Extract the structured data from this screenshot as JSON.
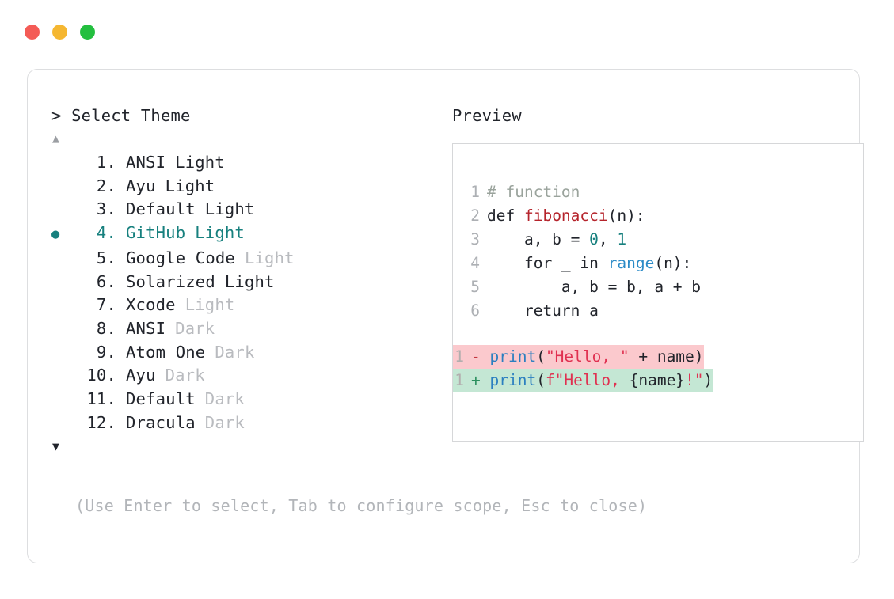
{
  "window": {
    "traffic_lights": [
      {
        "name": "close",
        "color": "#f45b56"
      },
      {
        "name": "minimize",
        "color": "#f5b731"
      },
      {
        "name": "maximize",
        "color": "#23bf3f"
      }
    ]
  },
  "picker": {
    "prompt": "> Select Theme",
    "scroll_up_glyph": "▲",
    "scroll_down_glyph": "▼",
    "selected_index": 4,
    "bullet_glyph": "●",
    "selected_color": "#17807e",
    "items": [
      {
        "num": "1.",
        "name": "ANSI",
        "variant": "Light",
        "dim_variant": false,
        "selected": false,
        "bullet": ""
      },
      {
        "num": "2.",
        "name": "Ayu",
        "variant": "Light",
        "dim_variant": false,
        "selected": false,
        "bullet": ""
      },
      {
        "num": "3.",
        "name": "Default",
        "variant": "Light",
        "dim_variant": false,
        "selected": false,
        "bullet": ""
      },
      {
        "num": "4.",
        "name": "GitHub",
        "variant": "Light",
        "dim_variant": false,
        "selected": true,
        "bullet": "●"
      },
      {
        "num": "5.",
        "name": "Google Code",
        "variant": "Light",
        "dim_variant": true,
        "selected": false,
        "bullet": ""
      },
      {
        "num": "6.",
        "name": "Solarized",
        "variant": "Light",
        "dim_variant": false,
        "selected": false,
        "bullet": ""
      },
      {
        "num": "7.",
        "name": "Xcode",
        "variant": "Light",
        "dim_variant": true,
        "selected": false,
        "bullet": ""
      },
      {
        "num": "8.",
        "name": "ANSI",
        "variant": "Dark",
        "dim_variant": true,
        "selected": false,
        "bullet": ""
      },
      {
        "num": "9.",
        "name": "Atom One",
        "variant": "Dark",
        "dim_variant": true,
        "selected": false,
        "bullet": ""
      },
      {
        "num": "10.",
        "name": "Ayu",
        "variant": "Dark",
        "dim_variant": true,
        "selected": false,
        "bullet": ""
      },
      {
        "num": "11.",
        "name": "Default",
        "variant": "Dark",
        "dim_variant": true,
        "selected": false,
        "bullet": ""
      },
      {
        "num": "12.",
        "name": "Dracula",
        "variant": "Dark",
        "dim_variant": true,
        "selected": false,
        "bullet": ""
      }
    ]
  },
  "preview": {
    "label": "Preview",
    "code_lines": [
      {
        "ln": "1",
        "tokens": [
          {
            "t": "# function",
            "c": "comment"
          }
        ]
      },
      {
        "ln": "2",
        "tokens": [
          {
            "t": "def ",
            "c": "kw"
          },
          {
            "t": "fibonacci",
            "c": "fn"
          },
          {
            "t": "(n):",
            "c": "plain"
          }
        ]
      },
      {
        "ln": "3",
        "tokens": [
          {
            "t": "    a, b = ",
            "c": "plain"
          },
          {
            "t": "0",
            "c": "num"
          },
          {
            "t": ", ",
            "c": "plain"
          },
          {
            "t": "1",
            "c": "num"
          }
        ]
      },
      {
        "ln": "4",
        "tokens": [
          {
            "t": "    for _ in ",
            "c": "plain"
          },
          {
            "t": "range",
            "c": "builtin"
          },
          {
            "t": "(n):",
            "c": "plain"
          }
        ]
      },
      {
        "ln": "5",
        "tokens": [
          {
            "t": "        a, b = b, a + b",
            "c": "plain"
          }
        ]
      },
      {
        "ln": "6",
        "tokens": [
          {
            "t": "    return a",
            "c": "plain"
          }
        ]
      }
    ],
    "diff_lines": [
      {
        "ln": "1",
        "kind": "minus",
        "sign": "-",
        "tokens": [
          {
            "t": "print",
            "c": "call"
          },
          {
            "t": "(",
            "c": "plain"
          },
          {
            "t": "\"Hello, \"",
            "c": "str"
          },
          {
            "t": " + name)",
            "c": "plain"
          }
        ]
      },
      {
        "ln": "1",
        "kind": "plus",
        "sign": "+",
        "tokens": [
          {
            "t": "print",
            "c": "call"
          },
          {
            "t": "(",
            "c": "plain"
          },
          {
            "t": "f\"Hello, ",
            "c": "str"
          },
          {
            "t": "{name}",
            "c": "plain"
          },
          {
            "t": "!\"",
            "c": "str"
          },
          {
            "t": ")",
            "c": "plain"
          }
        ]
      }
    ]
  },
  "footer": {
    "hint": "(Use Enter to select, Tab to configure scope, Esc to close)"
  }
}
